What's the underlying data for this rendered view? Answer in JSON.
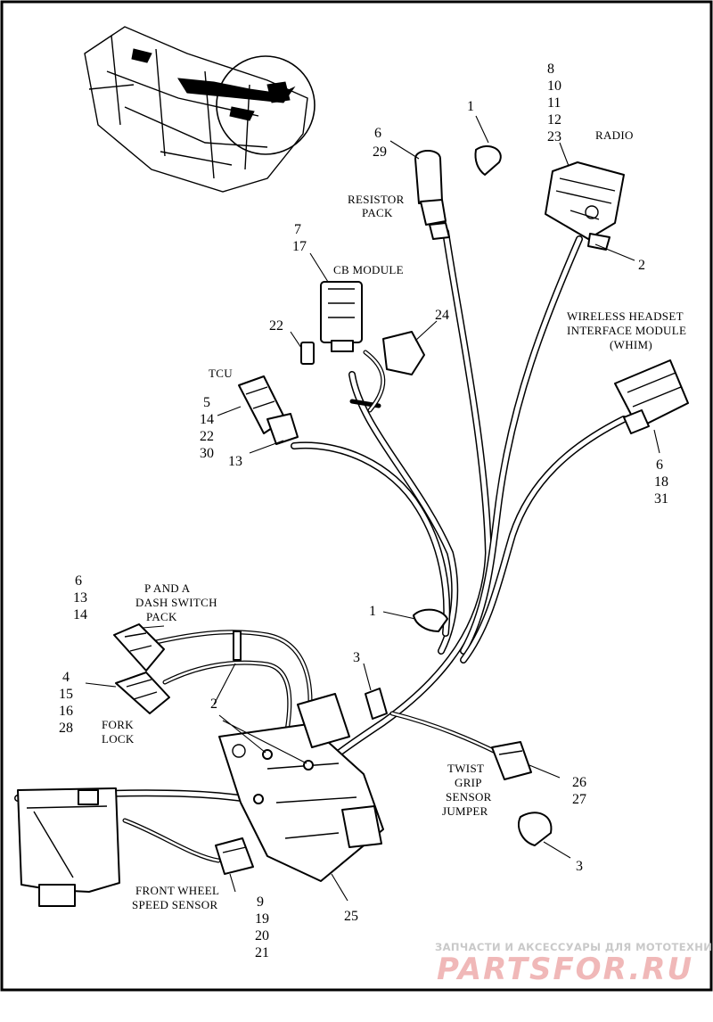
{
  "labels": {
    "radio": "RADIO",
    "resistor_pack": [
      "RESISTOR",
      "PACK"
    ],
    "cb_module": "CB MODULE",
    "whim": [
      "WIRELESS HEADSET",
      "INTERFACE MODULE",
      "(WHIM)"
    ],
    "tcu": "TCU",
    "p_and_a": [
      "P AND A",
      "DASH SWITCH",
      "PACK"
    ],
    "fork_lock": [
      "FORK",
      "LOCK"
    ],
    "twist_grip": [
      "TWIST",
      "GRIP",
      "SENSOR",
      "JUMPER"
    ],
    "front_wheel": [
      "FRONT WHEEL",
      "SPEED SENSOR"
    ]
  },
  "callouts": {
    "clip_top": [
      "1"
    ],
    "resistor_pack": [
      "6",
      "29"
    ],
    "radio": [
      "8",
      "10",
      "11",
      "12",
      "23"
    ],
    "radio_tie": [
      "2"
    ],
    "cb_module": [
      "7",
      "17"
    ],
    "boot_24": [
      "24"
    ],
    "small_22": [
      "22"
    ],
    "tcu": [
      "5",
      "14",
      "22",
      "30"
    ],
    "tcu_13": [
      "13"
    ],
    "whim": [
      "6",
      "18",
      "31"
    ],
    "p_and_a": [
      "6",
      "13",
      "14"
    ],
    "clip_mid": [
      "1"
    ],
    "clip_3": [
      "3"
    ],
    "fork_lock": [
      "4",
      "15",
      "16",
      "28"
    ],
    "ties_2": [
      "2"
    ],
    "twist_grip": [
      "26",
      "27"
    ],
    "clamp_3": [
      "3"
    ],
    "front_wheel": [
      "9",
      "19",
      "20",
      "21"
    ],
    "bracket_25": [
      "25"
    ]
  },
  "watermark": {
    "line1": "ЗАПЧАСТИ И АКСЕССУАРЫ ДЛЯ МОТОТЕХНИКИ",
    "logo": "PARTSFOR.RU"
  }
}
